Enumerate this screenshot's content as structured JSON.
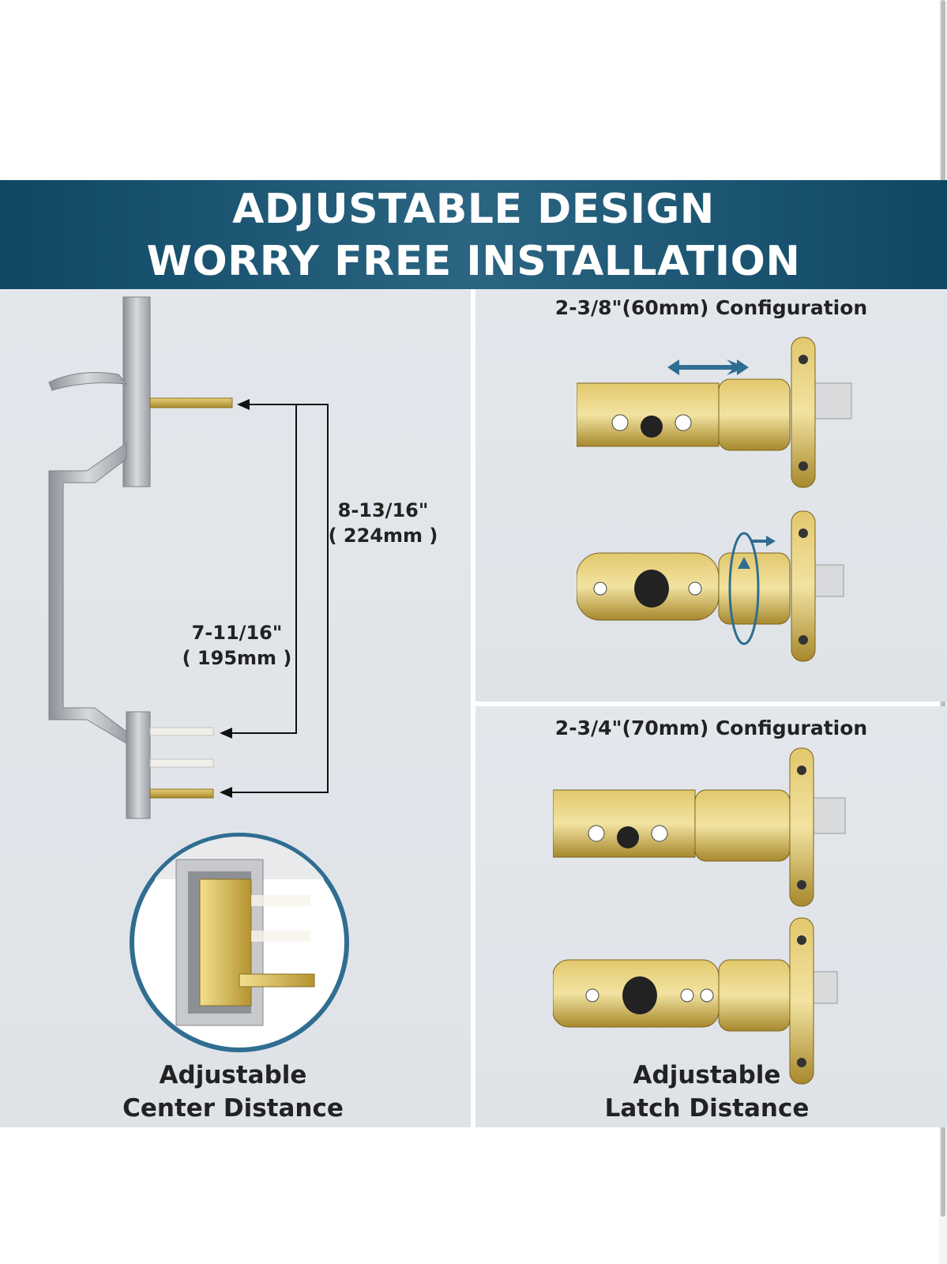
{
  "banner": {
    "title_line1": "ADJUSTABLE DESIGN",
    "title_line2": "WORRY FREE INSTALLATION"
  },
  "left_panel": {
    "outer_dimension_inches": "8-13/16\"",
    "outer_dimension_mm": "( 224mm )",
    "inner_dimension_inches": "7-11/16\"",
    "inner_dimension_mm": "( 195mm )",
    "caption_line1": "Adjustable",
    "caption_line2": "Center Distance"
  },
  "right_top": {
    "label": "2-3/8\"(60mm) Configuration"
  },
  "right_bottom": {
    "label": "2-3/4\"(70mm) Configuration",
    "caption_line1": "Adjustable",
    "caption_line2": "Latch Distance"
  },
  "colors": {
    "banner": "#1e5a78",
    "panel": "#e1e5ea",
    "brass": "#c9a640",
    "nickel": "#b9bcc0",
    "accent_arrow": "#2f6e91"
  }
}
